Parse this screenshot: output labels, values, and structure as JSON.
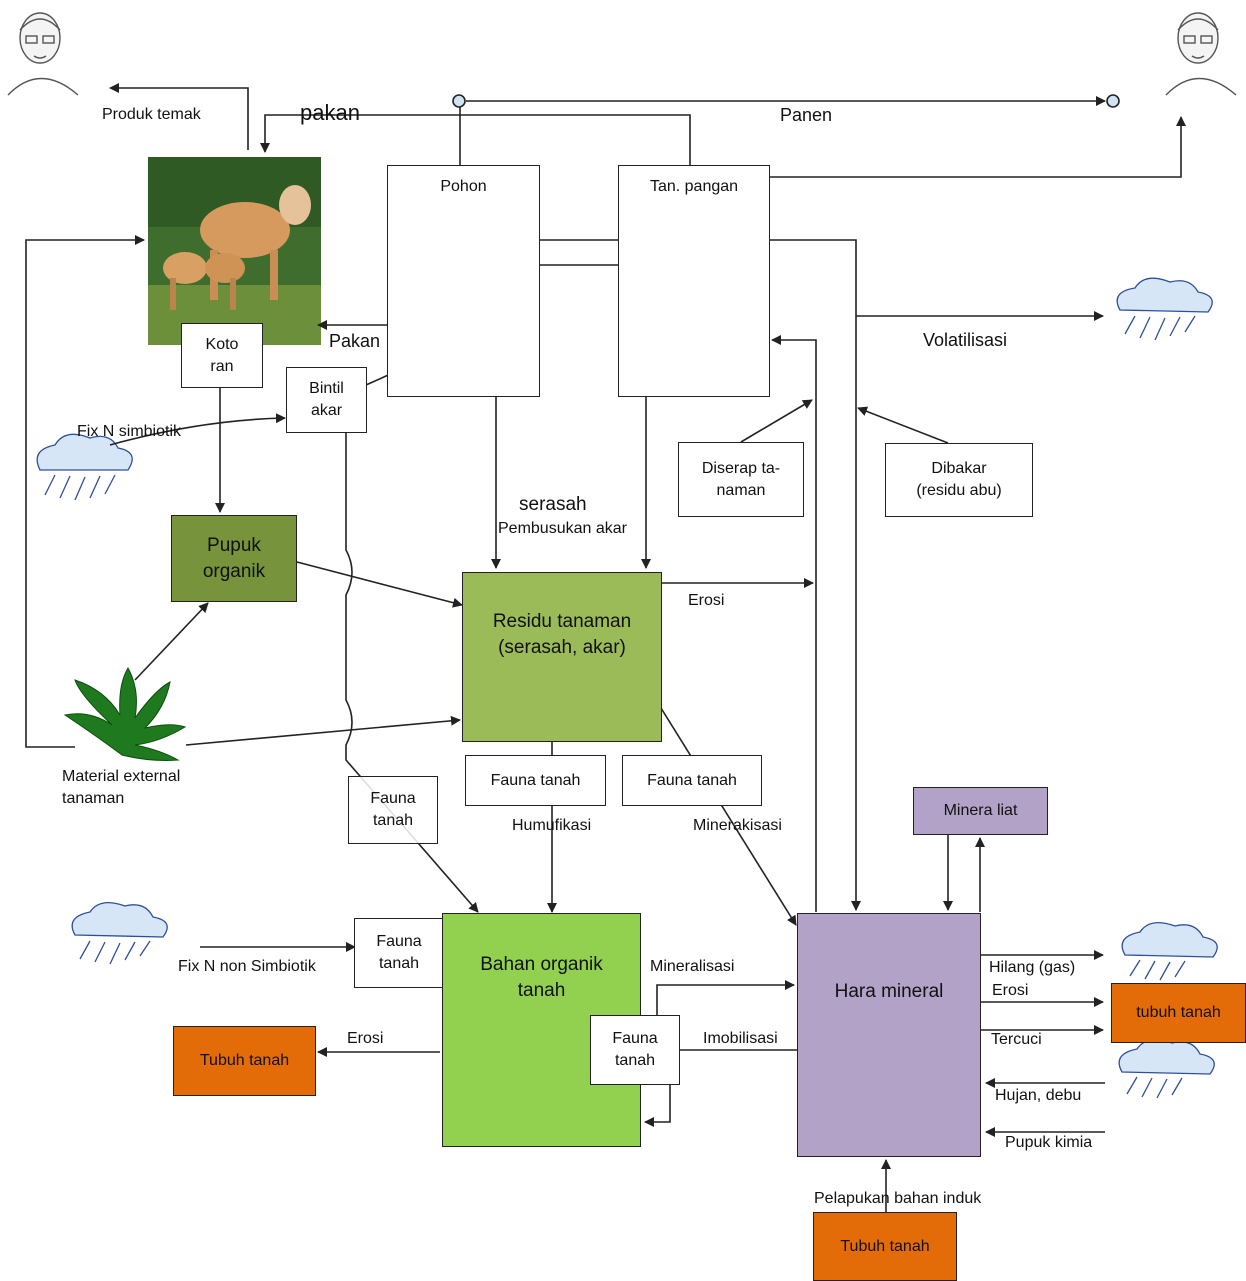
{
  "boxes": {
    "pohon": "Pohon",
    "tan_pangan": "Tan. pangan",
    "kotoran": "Koto\nran",
    "bintil_akar": "Bintil\nakar",
    "pupuk_organik": "Pupuk\norganik",
    "residu_tanaman": "Residu tanaman\n(serasah, akar)",
    "diserap_tanaman": "Diserap ta-\nnaman",
    "dibakar": "Dibakar\n(residu abu)",
    "fauna_tanah_a": "Fauna tanah",
    "fauna_tanah_b": "Fauna tanah",
    "fauna_tanah_c": "Fauna\ntanah",
    "fauna_tanah_d": "Fauna\ntanah",
    "fauna_tanah_e": "Fauna\ntanah",
    "bahan_organik": "Bahan organik\ntanah",
    "hara_mineral": "Hara mineral",
    "mineral_liat": "Minera liat",
    "tubuh_tanah_left": "Tubuh tanah",
    "tubuh_tanah_right": "tubuh tanah",
    "tubuh_tanah_bottom": "Tubuh tanah"
  },
  "labels": {
    "produk_ternak": "Produk  temak",
    "pakan_top": "pakan",
    "panen": "Panen",
    "pakan_mid": "Pakan",
    "volatilisasi": "Volatilisasi",
    "fix_n_simbiotik": "Fix N simbiotik",
    "serasah": "serasah",
    "pembusukan_akar": "Pembusukan akar",
    "erosi_residu": "Erosi",
    "material_external": "Material external\ntanaman",
    "humufikasi": "Humufikasi",
    "minerakisasi": "Minerakisasi",
    "fix_n_non_simbiotik": "Fix N non  Simbiotik",
    "mineralisasi": "Mineralisasi",
    "imobilisasi": "Imobilisasi",
    "erosi_left": "Erosi",
    "hilang_gas": "Hilang (gas)",
    "erosi_right": "Erosi",
    "tercuci": "Tercuci",
    "hujan_debu": "Hujan, debu",
    "pupuk_kimia": "Pupuk kimia",
    "pelapukan": "Pelapukan bahan induk"
  },
  "colors": {
    "green_dark": "#77933c",
    "green_mid": "#9bbb59",
    "green_light": "#92d050",
    "purple": "#b3a2c7",
    "orange": "#e36c09",
    "line": "#222222"
  },
  "icons": [
    "person-sketch-icon",
    "cattle-photo",
    "tree-icon",
    "corn-plant-icon",
    "cloud-rain-icon",
    "leafy-plant-icon"
  ]
}
